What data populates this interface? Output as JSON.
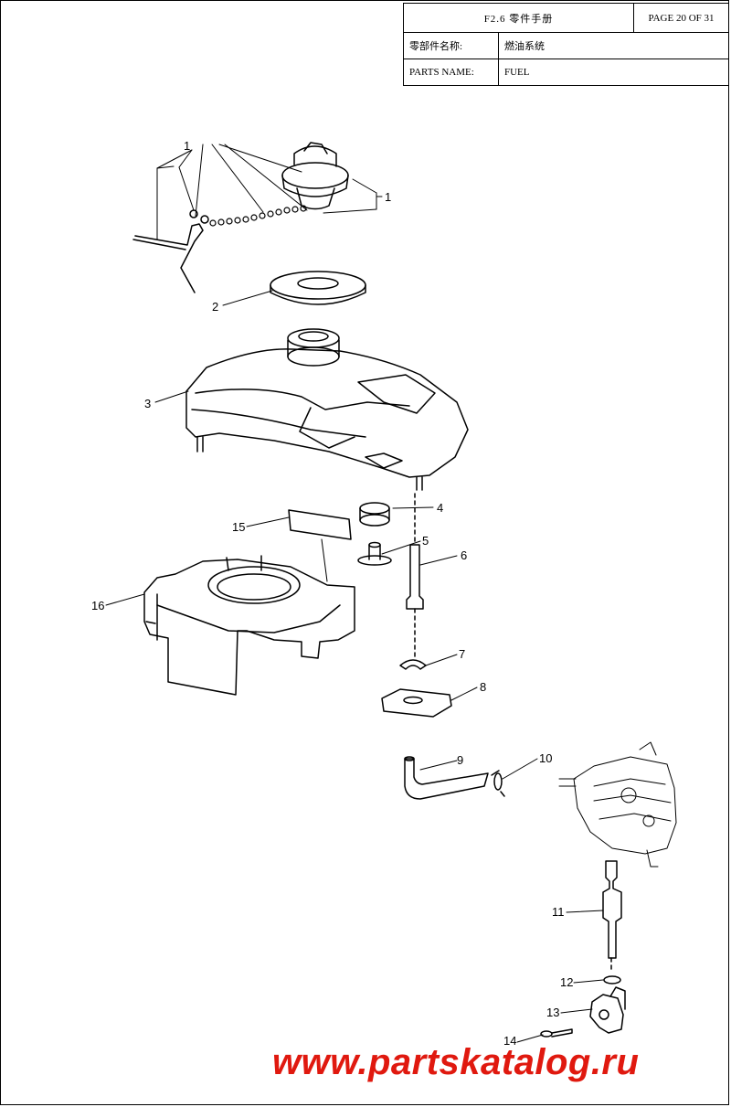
{
  "title_block": {
    "doc_title": "F2.6 零件手册",
    "page_label": "PAGE 20 OF 31",
    "parts_name_cn_label": "零部件名称:",
    "parts_name_cn_value": "燃油系统",
    "parts_name_en_label": "PARTS NAME:",
    "parts_name_en_value": "FUEL"
  },
  "callouts": [
    "1",
    "1",
    "2",
    "3",
    "4",
    "5",
    "6",
    "7",
    "8",
    "9",
    "10",
    "11",
    "12",
    "13",
    "14",
    "15",
    "16"
  ],
  "watermark": "www.partskatalog.ru",
  "colors": {
    "watermark": "#e0190f",
    "line": "#000000"
  }
}
